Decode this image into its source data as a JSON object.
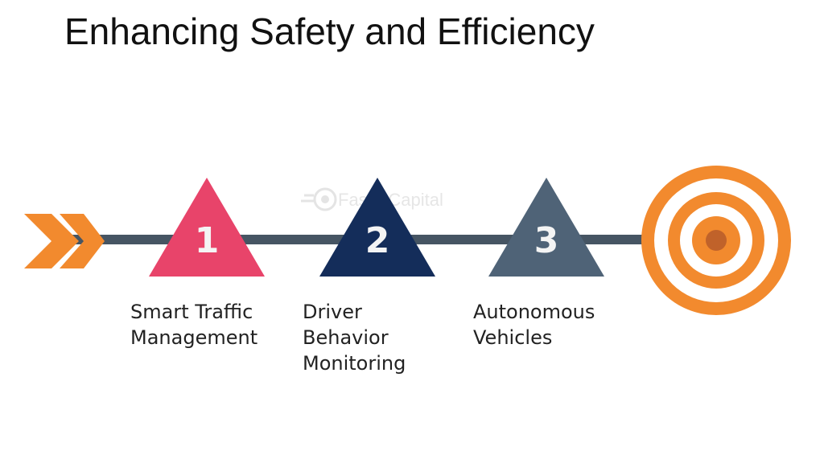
{
  "title": "Enhancing Safety and Efficiency",
  "watermark": "FasterCapital",
  "colors": {
    "arrow": "#f28a2e",
    "shaft": "#465563",
    "target_orange": "#f28a2e",
    "target_center": "#c0622a"
  },
  "steps": [
    {
      "number": "1",
      "label": "Smart Traffic\nManagement",
      "color": "#e8446a"
    },
    {
      "number": "2",
      "label": "Driver\nBehavior\nMonitoring",
      "color": "#142d5a"
    },
    {
      "number": "3",
      "label": "Autonomous\nVehicles",
      "color": "#4f6377"
    }
  ]
}
